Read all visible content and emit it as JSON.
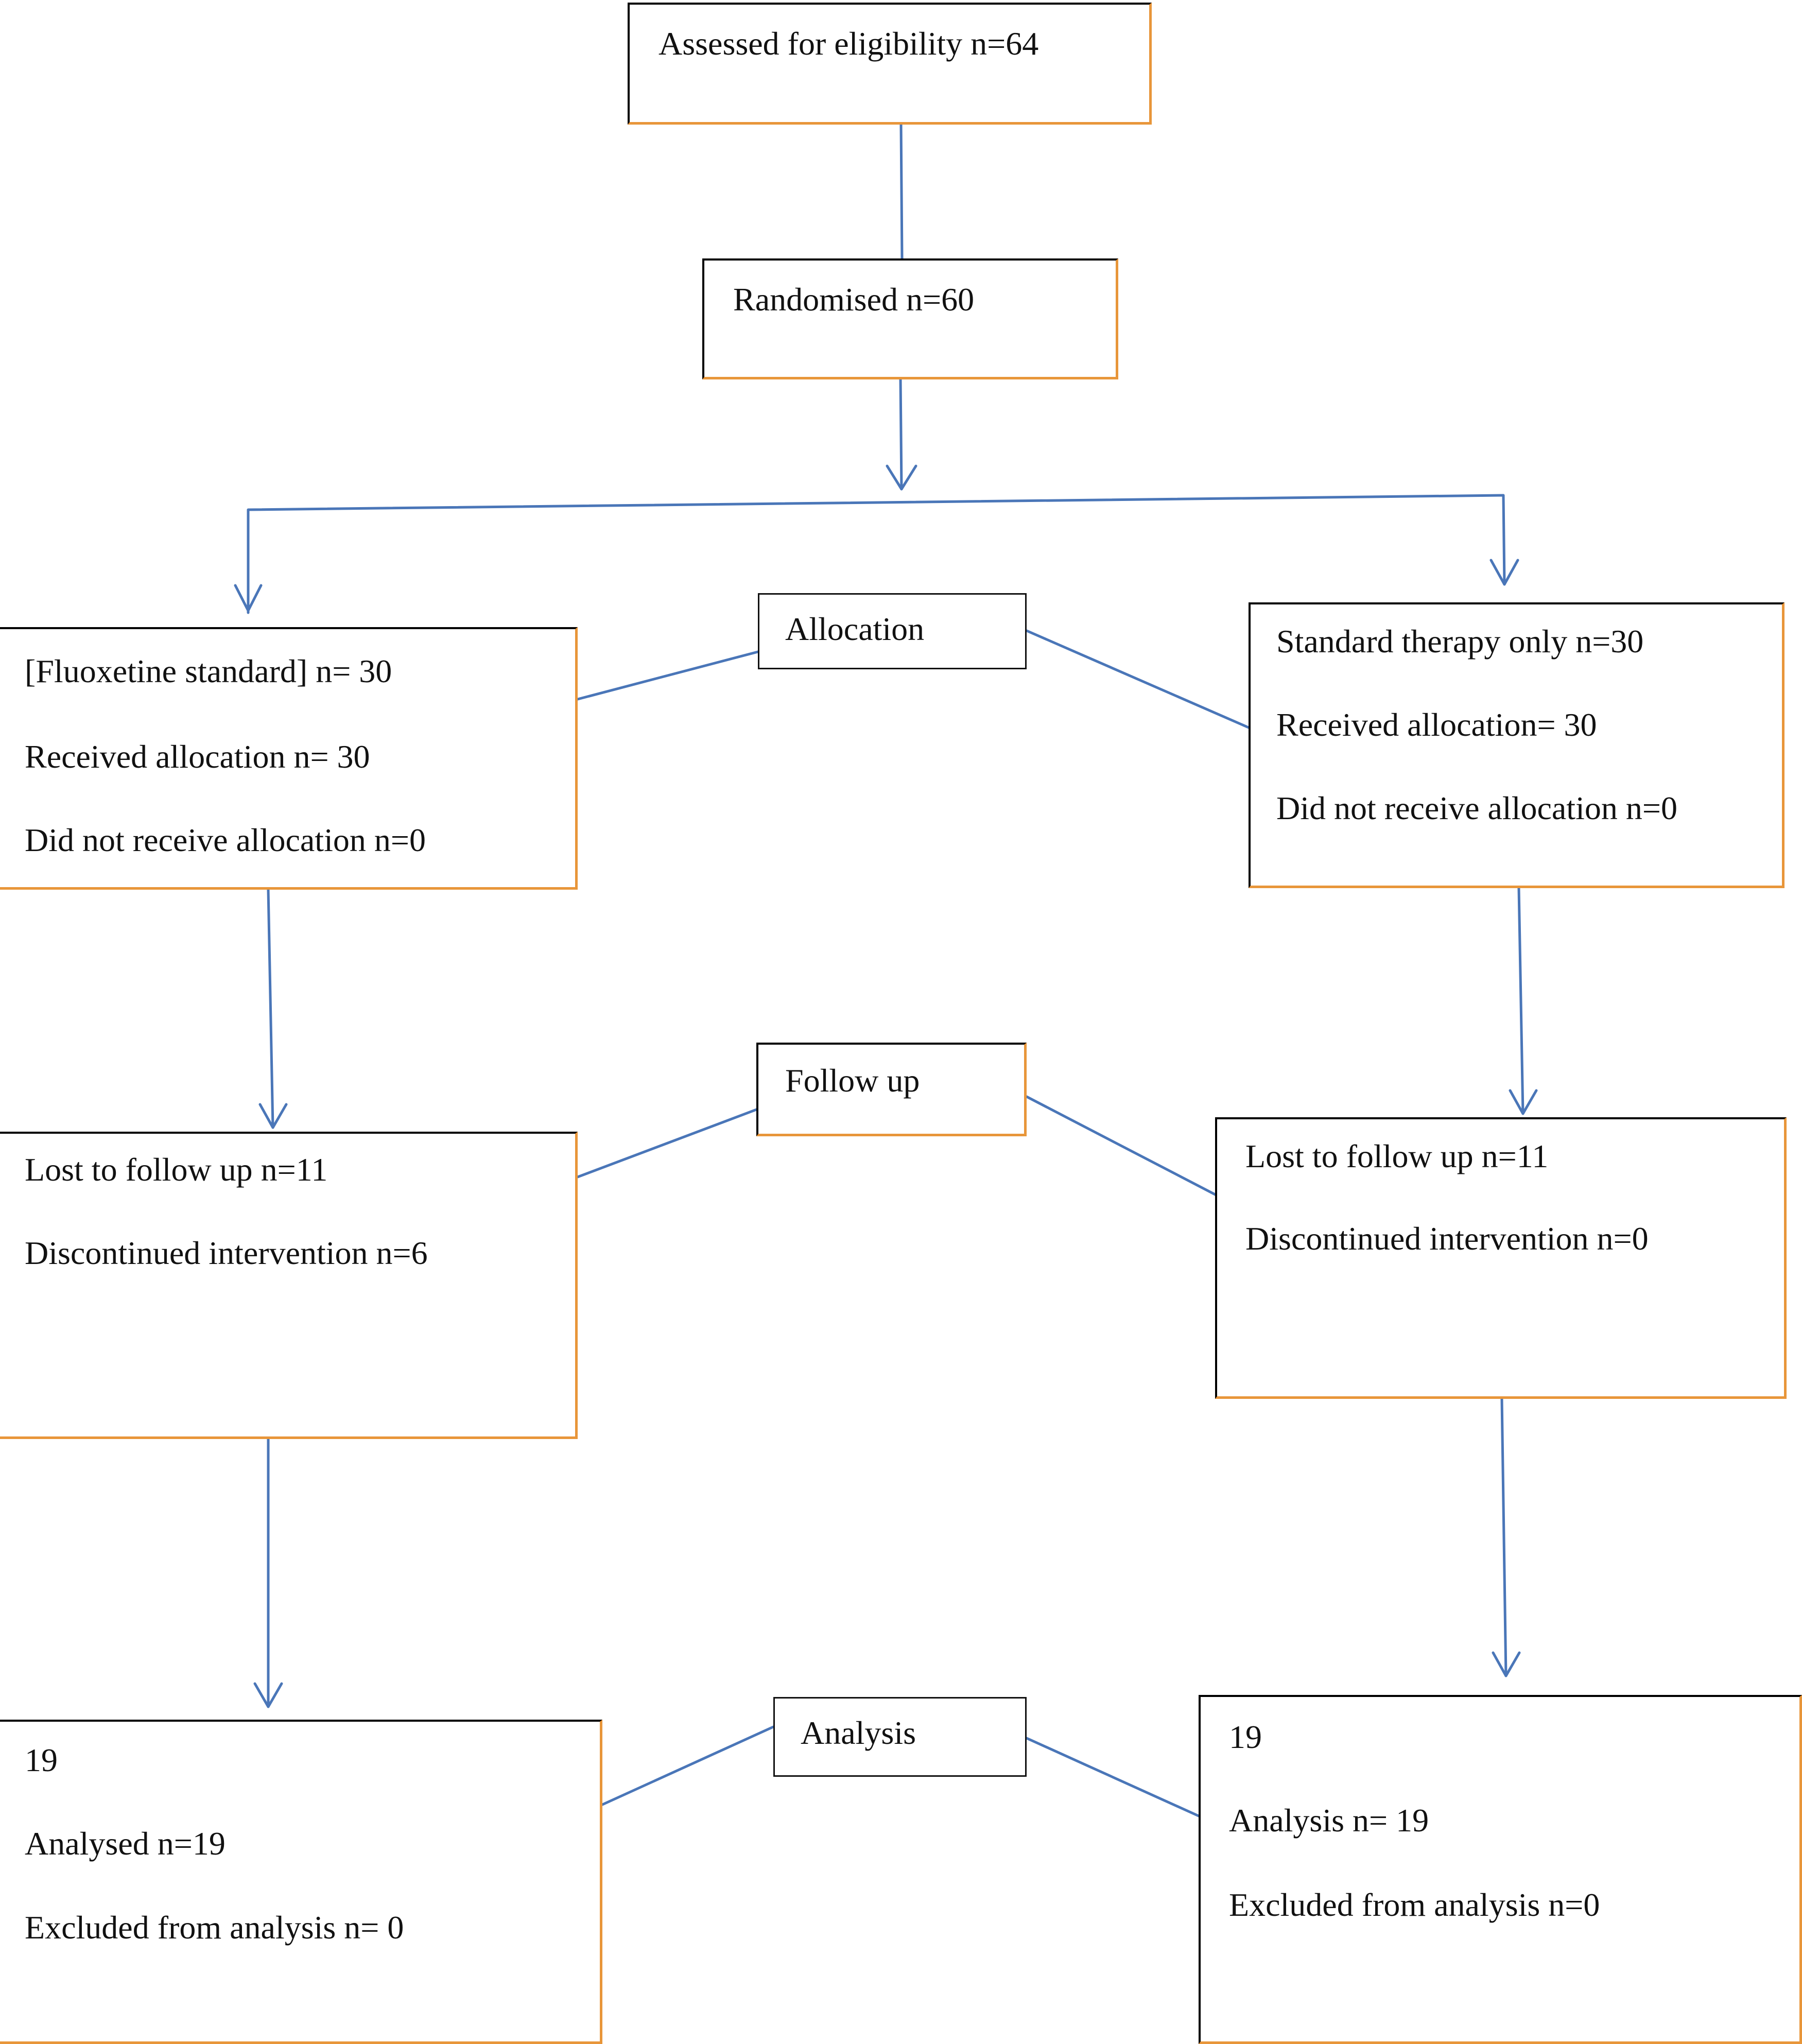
{
  "eligibility": {
    "text": "Assessed for eligibility n=64"
  },
  "randomised": {
    "text": "Randomised n=60"
  },
  "stages": {
    "allocation": "Allocation",
    "follow_up": "Follow up",
    "analysis": "Analysis"
  },
  "left": {
    "allocation": [
      "[Fluoxetine standard] n= 30",
      "Received allocation n= 30",
      "Did not receive allocation n=0"
    ],
    "follow_up": [
      "Lost to follow up n=11",
      "Discontinued intervention n=6"
    ],
    "analysis": [
      "19",
      "Analysed n=19",
      "Excluded from analysis n= 0"
    ]
  },
  "right": {
    "allocation": [
      "Standard therapy only n=30",
      "Received allocation= 30",
      "Did not receive allocation n=0"
    ],
    "follow_up": [
      "Lost to follow up n=11",
      "Discontinued intervention n=0"
    ],
    "analysis": [
      "19",
      "Analysis n= 19",
      "Excluded from analysis n=0"
    ]
  },
  "colors": {
    "connector": "#4a76b8",
    "box_accent": "#e8963a",
    "box_border": "#111111"
  }
}
